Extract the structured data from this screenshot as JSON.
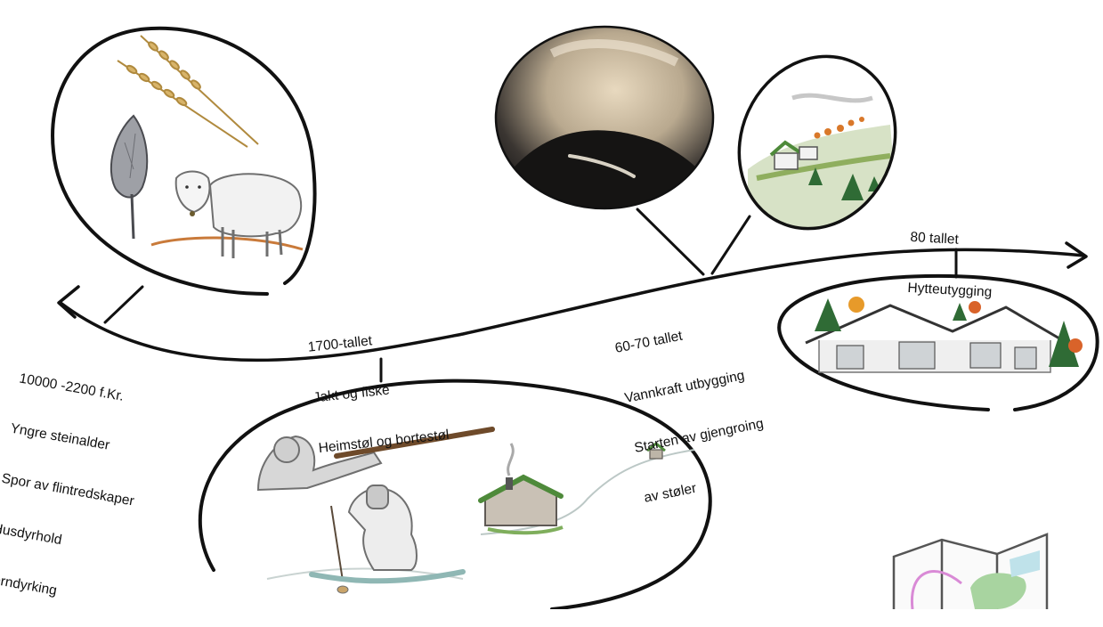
{
  "timeline": {
    "events": [
      {
        "id": "stone-age",
        "lines": [
          "10000 -2200 f.Kr.",
          "Yngre steinalder",
          "Spor av flintredskaper",
          "Husdyrhold",
          "Korndyrking"
        ],
        "illustration": "wheat-flint-sheep"
      },
      {
        "id": "1700",
        "lines": [
          "1700-tallet",
          "Jakt og fiske",
          "Heimstøl og bortestøl"
        ],
        "illustration": "hunter-fisher-cabin"
      },
      {
        "id": "1960-70",
        "lines": [
          "60-70 tallet",
          "Vannkraft utbygging",
          "Starten av gjengroing",
          "av støler"
        ],
        "illustration": "reservoir-aerial-and-overgrown-farm"
      },
      {
        "id": "1980",
        "lines": [
          "80 tallet",
          "Hytteutygging"
        ],
        "illustration": "modern-cabins"
      }
    ]
  },
  "colors": {
    "ink": "#111111",
    "grass": "#8fae5e",
    "spruce": "#2f6b35",
    "autumn": "#d9782a",
    "water": "#bfd8d6",
    "map_pink": "#d98ad6",
    "map_green": "#a8d4a0",
    "map_blue": "#bfe2ea"
  }
}
